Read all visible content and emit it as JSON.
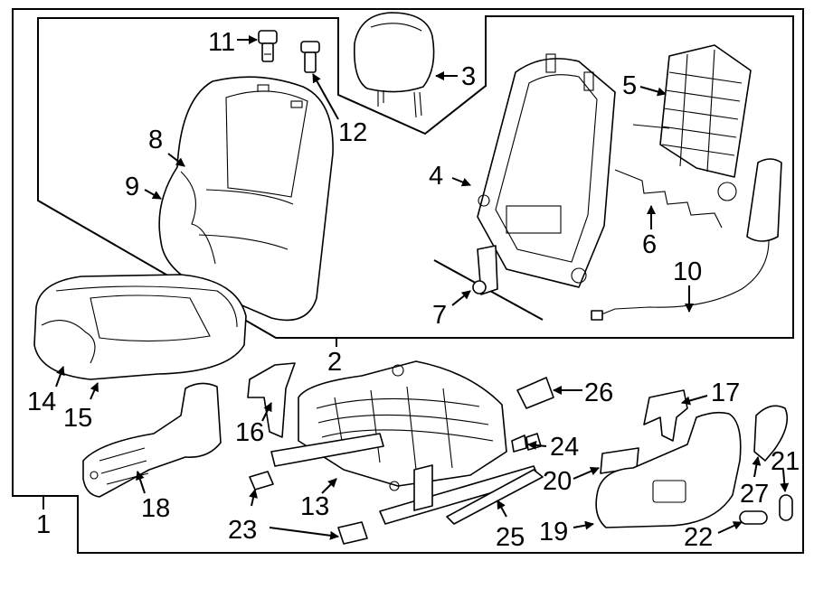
{
  "callouts": {
    "c1": "1",
    "c2": "2",
    "c3": "3",
    "c4": "4",
    "c5": "5",
    "c6": "6",
    "c7": "7",
    "c8": "8",
    "c9": "9",
    "c10": "10",
    "c11": "11",
    "c12": "12",
    "c13": "13",
    "c14": "14",
    "c15": "15",
    "c16": "16",
    "c17": "17",
    "c18": "18",
    "c19": "19",
    "c20": "20",
    "c21": "21",
    "c22": "22",
    "c23": "23",
    "c24": "24",
    "c25": "25",
    "c26": "26",
    "c27": "27"
  },
  "colors": {
    "line": "#000000",
    "background": "#ffffff"
  }
}
